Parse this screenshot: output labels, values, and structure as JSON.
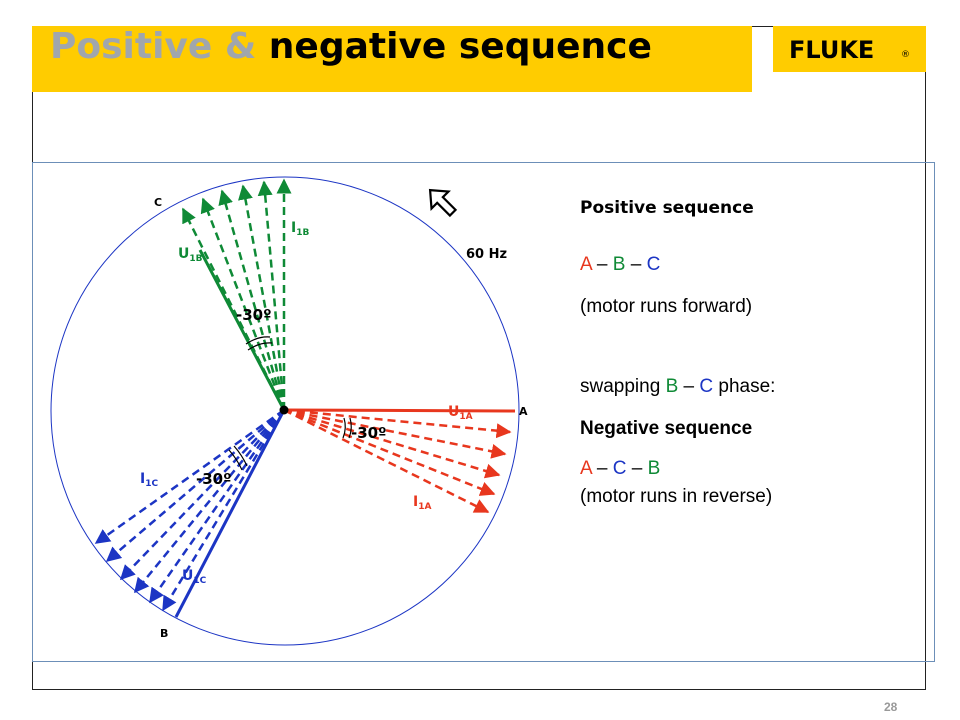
{
  "title": {
    "part1": "Positive &",
    "part2": " negative sequence"
  },
  "logo": {
    "text": "FLUKE",
    "mark": "®"
  },
  "diagram": {
    "labels": {
      "C": "C",
      "A": "A",
      "B": "B",
      "I1B": "I",
      "I1B_sub": "1B",
      "U1B": "U",
      "U1B_sub": "1B",
      "U1A": "U",
      "U1A_sub": "1A",
      "I1A": "I",
      "I1A_sub": "1A",
      "I1C": "I",
      "I1C_sub": "1C",
      "U1C": "U",
      "U1C_sub": "1C",
      "angle_B": "-30º",
      "angle_A": "-30º",
      "angle_C": "-30º",
      "freq": "60 Hz"
    },
    "colors": {
      "phase_a": "#e8371e",
      "phase_b": "#0f8a36",
      "phase_c": "#1c35c4",
      "circle": "#1c35c4"
    },
    "icons": {
      "rotation": "arrow-up-left-icon"
    }
  },
  "panel": {
    "heading": "Positive sequence",
    "pos_seq": {
      "a": "A",
      "sep1": " – ",
      "b": "B",
      "sep2": " – ",
      "c": "C"
    },
    "forward": "(motor runs forward)",
    "swap": {
      "pre": "swapping ",
      "b": "B",
      "sep": " – ",
      "c": "C",
      "post": " phase:"
    },
    "neg_heading": "Negative sequence",
    "neg_seq": {
      "a": "A",
      "sep1": " – ",
      "c": "C",
      "sep2": " – ",
      "b": "B"
    },
    "reverse": "(motor runs in reverse)"
  },
  "page_number": "28"
}
